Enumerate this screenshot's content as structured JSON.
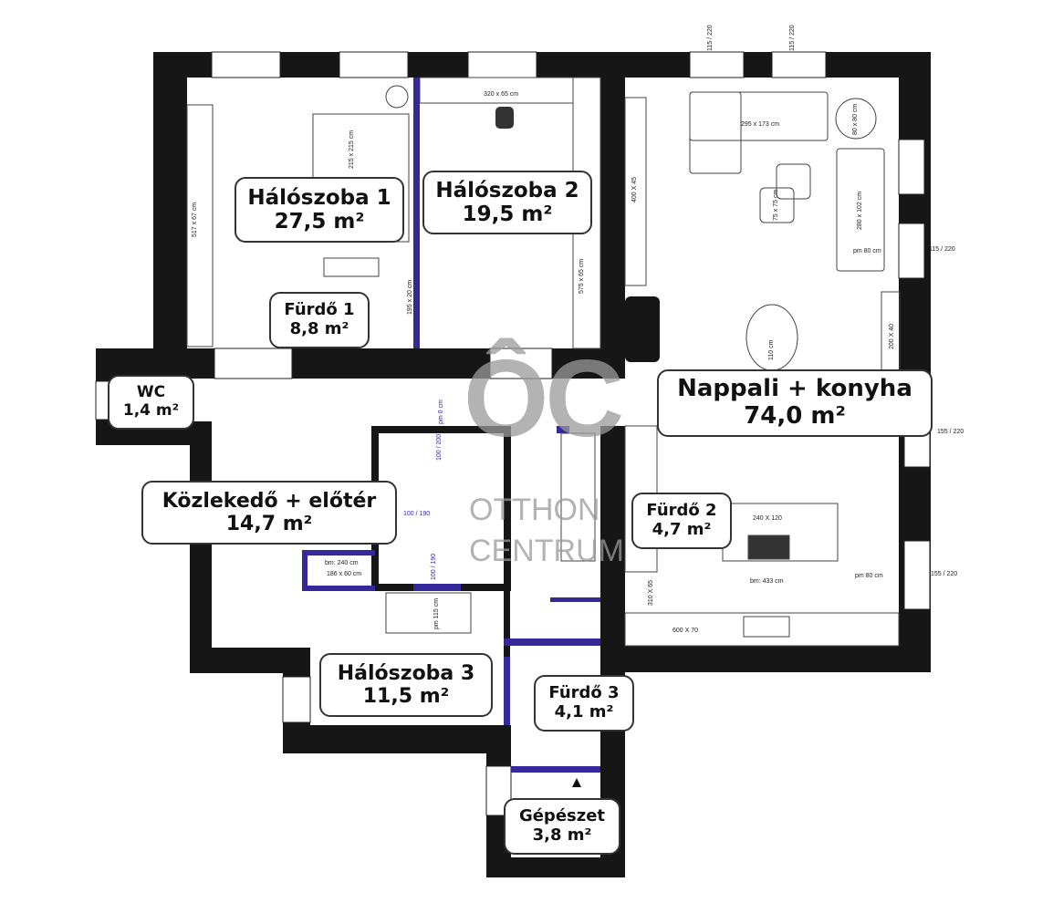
{
  "rooms": [
    {
      "name": "Hálószoba 1",
      "area": "27,5 m²"
    },
    {
      "name": "Hálószoba 2",
      "area": "19,5 m²"
    },
    {
      "name": "Fürdő 1",
      "area": "8,8 m²"
    },
    {
      "name": "WC",
      "area": "1,4 m²"
    },
    {
      "name": "Nappali + konyha",
      "area": "74,0 m²"
    },
    {
      "name": "Közlekedő + előtér",
      "area": "14,7 m²"
    },
    {
      "name": "Fürdő 2",
      "area": "4,7 m²"
    },
    {
      "name": "Hálószoba 3",
      "area": "11,5 m²"
    },
    {
      "name": "Fürdő 3",
      "area": "4,1 m²"
    },
    {
      "name": "Gépészet",
      "area": "3,8 m²"
    }
  ],
  "dimensions": {
    "sofa": "295 x 173 cm",
    "round_table": "80 x 80 cm",
    "armchair": "75 x 75 cm",
    "sofa2": "280 x 102 cm",
    "shelf": "400 X 45",
    "pm80_a": "pm 80 cm",
    "pm80_b": "pm 80 cm",
    "win_top_a": "115 / 220",
    "win_top_b": "115 / 220",
    "win_right_a": "115 / 220",
    "win_right_b": "155 / 220",
    "win_right_c": "155 / 220",
    "desk": "320 x 65 cm",
    "island": "240 X 120",
    "bm433": "bm: 433 cm",
    "counter": "600 X 70",
    "wardrobe_nappali": "310 X 65",
    "cabinet": "200 X 40",
    "dining": "110 cm",
    "pm115": "pm 115 cm",
    "wardrobe1": "517 x 67 cm",
    "bed1": "215 x 215 cm",
    "bath1": "195 x 20 cm",
    "wardrobe2": "575 x 65 cm",
    "bm240": "bm: 240 cm",
    "bench": "186 x 60 cm",
    "pm0": "pm 0 cm",
    "door_a": "100 / 200",
    "door_b": "100 / 190",
    "door_c": "100 / 190"
  },
  "logo": {
    "mark": "ÔC",
    "line1": "OTTHON",
    "line2": "CENTRUM"
  },
  "colors": {
    "wall": "#161616",
    "partition": "#35289a",
    "watermark": "#9a9a9a"
  }
}
